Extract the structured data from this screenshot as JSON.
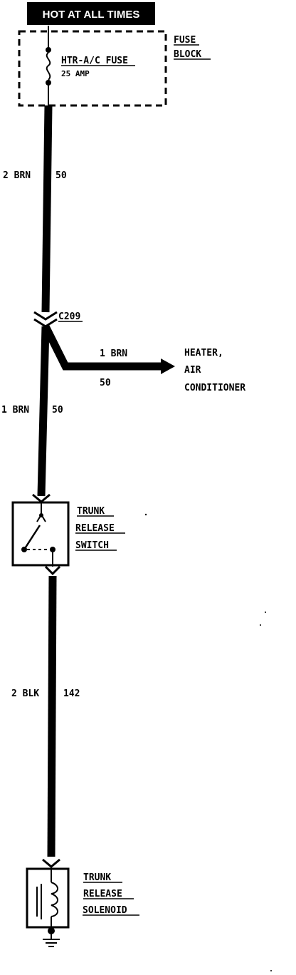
{
  "title": "HOT AT ALL TIMES",
  "fuse_block": {
    "label_line1": "FUSE",
    "label_line2": "BLOCK",
    "fuse_name": "HTR-A/C FUSE",
    "fuse_rating": "25 AMP"
  },
  "wires": {
    "upper": {
      "gauge_color": "2 BRN",
      "circuit": "50"
    },
    "branch": {
      "gauge_color": "1 BRN",
      "circuit": "50"
    },
    "middle": {
      "gauge_color": "1 BRN",
      "circuit": "50"
    },
    "lower": {
      "gauge_color": "2 BLK",
      "circuit": "142"
    }
  },
  "connector": {
    "label": "C209"
  },
  "branch_destination": {
    "line1": "HEATER,",
    "line2": "AIR",
    "line3": "CONDITIONER"
  },
  "switch": {
    "line1": "TRUNK",
    "line2": "RELEASE",
    "line3": "SWITCH"
  },
  "solenoid": {
    "line1": "TRUNK",
    "line2": "RELEASE",
    "line3": "SOLENOID"
  },
  "colors": {
    "ink": "#000000",
    "paper": "#ffffff"
  }
}
